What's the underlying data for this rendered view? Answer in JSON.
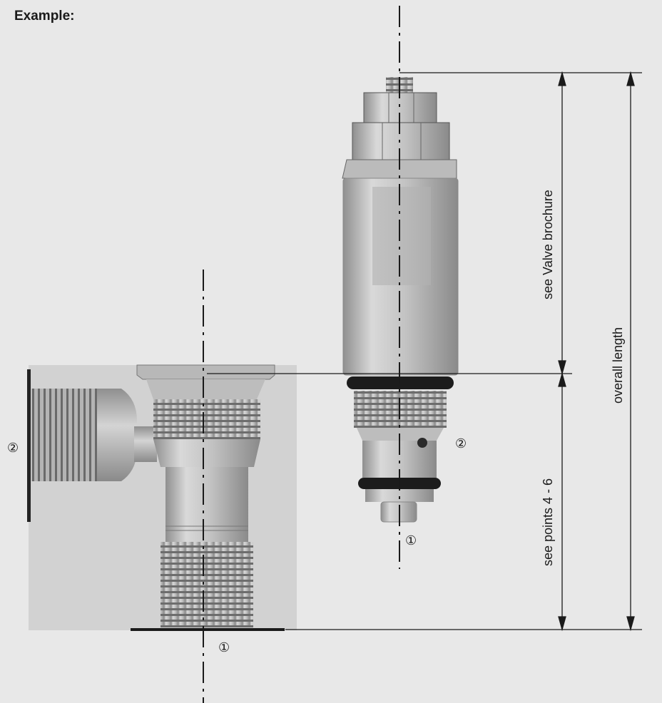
{
  "title": "Example:",
  "labels": {
    "port2_left": "②",
    "port2_right": "②",
    "port1_bottom": "①",
    "port1_right": "①"
  },
  "dimensions": {
    "valve": "see Valve brochure",
    "points": "see points 4 - 6",
    "overall": "overall length"
  },
  "colors": {
    "background": "#e8e8e8",
    "photo_panel": "#d2d2d2",
    "metal_light": "#cfcfcf",
    "metal_mid": "#a9a9a9",
    "metal_dark": "#6e6e6e",
    "line": "#1a1a1a"
  }
}
